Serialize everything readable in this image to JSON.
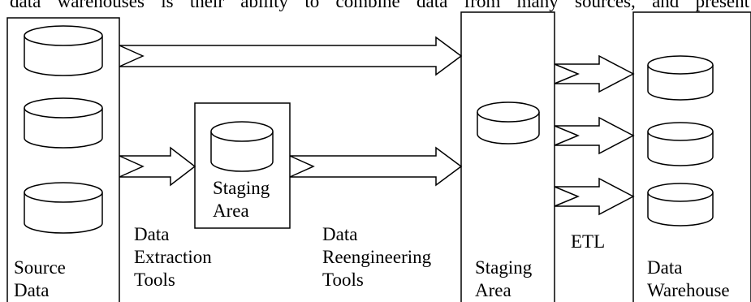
{
  "header_text": "data warehouses is their ability to combine data from many sources, and present",
  "labels": {
    "source_data": [
      "Source",
      "Data"
    ],
    "data_extraction_tools": [
      "Data",
      "Extraction",
      "Tools"
    ],
    "staging_area_inner": [
      "Staging",
      "Area"
    ],
    "data_reengineering_tools": [
      "Data",
      "Reengineering",
      "Tools"
    ],
    "staging_area": [
      "Staging",
      "Area"
    ],
    "etl": "ETL",
    "data_warehouse": [
      "Data",
      "Warehouse"
    ]
  },
  "colors": {
    "stroke": "#000000",
    "fill": "#ffffff"
  }
}
